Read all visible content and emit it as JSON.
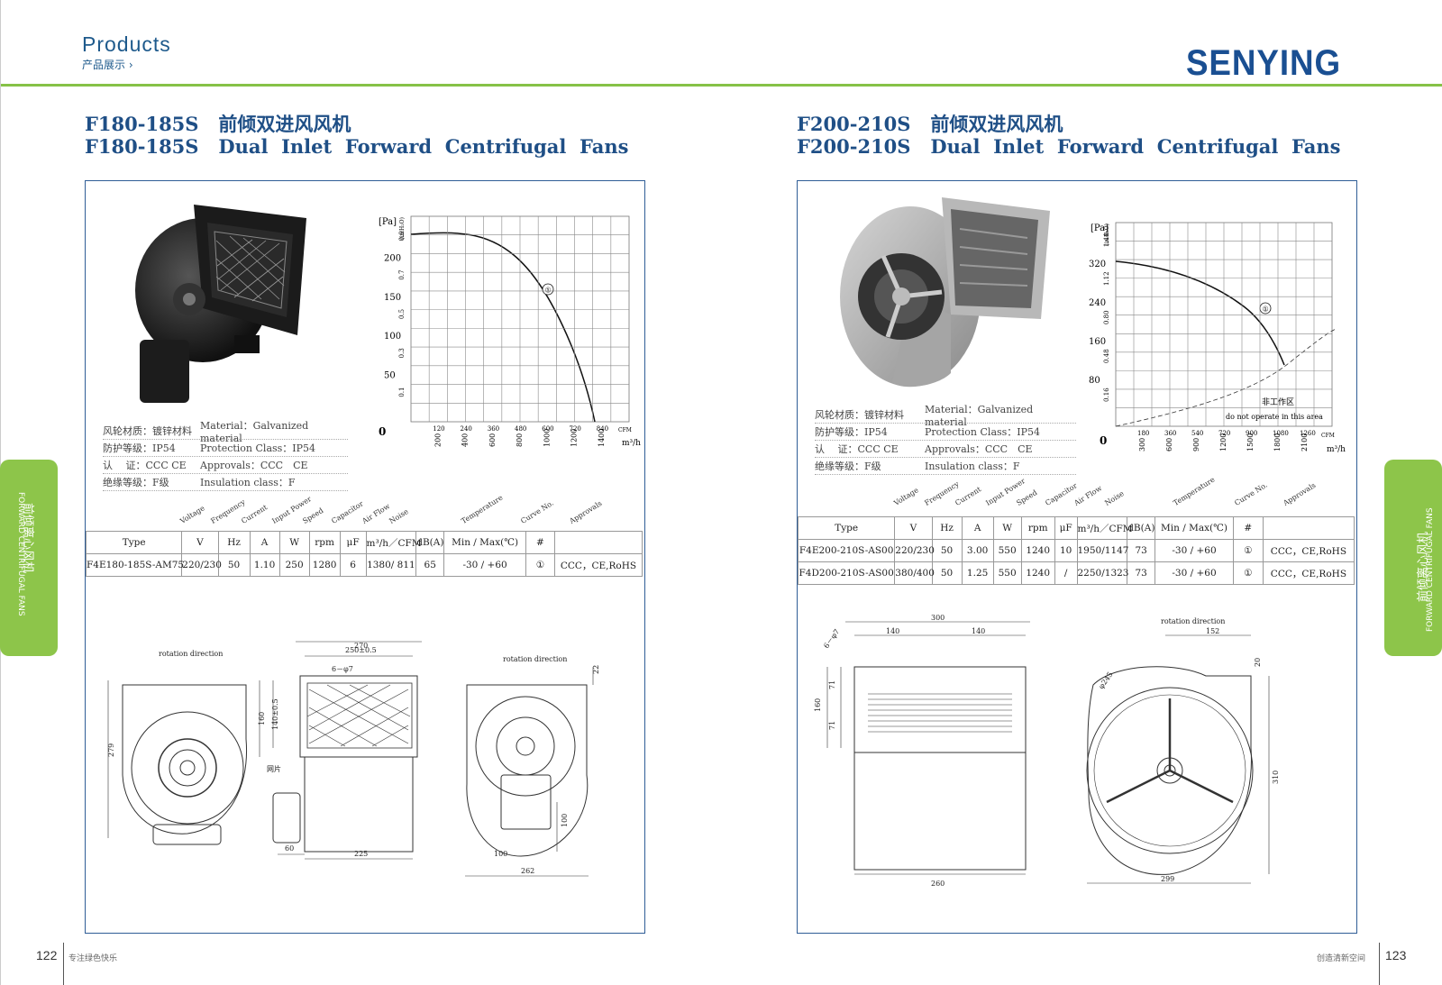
{
  "header": {
    "products": "Products",
    "products_cn": "产品展示 ›",
    "brand": "SENYING"
  },
  "left": {
    "title_cn_model": "F180-185S",
    "title_cn": "前倾双进风风机",
    "title_en_model": "F180-185S",
    "title_en": "Dual  Inlet  Forward  Centrifugal  Fans",
    "specs": [
      {
        "zh": "风轮材质：镀锌材料",
        "en": "Material：Galvanized material"
      },
      {
        "zh": "防护等级：IP54",
        "en": "Protection Class：IP54"
      },
      {
        "zh": "认　 证：CCC CE",
        "en": "Approvals：CCC　CE"
      },
      {
        "zh": "绝缘等级：F级",
        "en": "Insulation class：F"
      }
    ],
    "table_headers": [
      "Voltage",
      "Frequency",
      "Current",
      "Input Power",
      "Speed",
      "Capacitor",
      "Air Flow",
      "Noise",
      "Temperature",
      "Curve No.",
      "Approvals"
    ],
    "units": [
      "Type",
      "V",
      "Hz",
      "A",
      "W",
      "rpm",
      "μF",
      "m³/h／CFM",
      "dB(A)",
      "Min / Max(℃)",
      "#",
      ""
    ],
    "rows": [
      [
        "F4E180-185S-AM75",
        "220/230",
        "50",
        "1.10",
        "250",
        "1280",
        "6",
        "1380/ 811",
        "65",
        "-30 / +60",
        "①",
        "CCC，CE,RoHS"
      ]
    ],
    "chart": {
      "pa": "[Pa]",
      "inh": "(in.H₂O)",
      "y": [
        "200",
        "150",
        "100",
        "50",
        "0"
      ],
      "inh_ticks": [
        "0.9",
        "0.7",
        "0.5",
        "0.3",
        "0.1"
      ],
      "cfm": [
        "120",
        "240",
        "360",
        "480",
        "600",
        "720",
        "840"
      ],
      "cfm_label": "CFM",
      "m3": [
        "200",
        "400",
        "600",
        "800",
        "1000",
        "1200",
        "1400"
      ],
      "m3_label": "m³/h",
      "curve": "①"
    },
    "drawing": {
      "rot1": "rotation direction",
      "rot2": "rotation direction",
      "d270": "270",
      "d250": "250±0.5",
      "d6": "6－φ7",
      "d160": "160",
      "d140": "140±0.5",
      "d279": "279",
      "d60": "60",
      "d225": "225",
      "d22": "22",
      "d100a": "100",
      "d100b": "100",
      "d262": "262",
      "net": "网片"
    }
  },
  "right": {
    "title_cn_model": "F200-210S",
    "title_cn": "前倾双进风风机",
    "title_en_model": "F200-210S",
    "title_en": "Dual  Inlet  Forward  Centrifugal  Fans",
    "specs": [
      {
        "zh": "风轮材质：镀锌材料",
        "en": "Material：Galvanized material"
      },
      {
        "zh": "防护等级：IP54",
        "en": "Protection Class：IP54"
      },
      {
        "zh": "认　 证：CCC CE",
        "en": "Approvals：CCC　CE"
      },
      {
        "zh": "绝缘等级：F级",
        "en": "Insulation class：F"
      }
    ],
    "table_headers": [
      "Voltage",
      "Frequency",
      "Current",
      "Input Power",
      "Speed",
      "Capacitor",
      "Air Flow",
      "Noise",
      "Temperature",
      "Curve No.",
      "Approvals"
    ],
    "units": [
      "Type",
      "V",
      "Hz",
      "A",
      "W",
      "rpm",
      "μF",
      "m³/h／CFM",
      "dB(A)",
      "Min / Max(℃)",
      "#",
      ""
    ],
    "rows": [
      [
        "F4E200-210S-AS00",
        "220/230",
        "50",
        "3.00",
        "550",
        "1240",
        "10",
        "1950/1147",
        "73",
        "-30 / +60",
        "①",
        "CCC，CE,RoHS"
      ],
      [
        "F4D200-210S-AS00",
        "380/400",
        "50",
        "1.25",
        "550",
        "1240",
        "/",
        "2250/1323",
        "73",
        "-30 / +60",
        "①",
        "CCC，CE,RoHS"
      ]
    ],
    "chart": {
      "pa": "[Pa]",
      "inh": "(in.H₂O)",
      "y": [
        "320",
        "240",
        "160",
        "80",
        "0"
      ],
      "inh_ticks": [
        "1.44",
        "1.12",
        "0.80",
        "0.48",
        "0.16"
      ],
      "cfm": [
        "180",
        "360",
        "540",
        "720",
        "900",
        "1080",
        "1260"
      ],
      "cfm_label": "CFM",
      "m3": [
        "300",
        "600",
        "900",
        "1200",
        "1500",
        "1800",
        "2100"
      ],
      "m3_label": "m³/h",
      "curve": "①",
      "note_cn": "非工作区",
      "note_en": "do not operate in this area"
    },
    "drawing": {
      "d300": "300",
      "d140a": "140",
      "d140b": "140",
      "d71a": "71",
      "d71b": "71",
      "d160": "160",
      "d7": "6－φ7",
      "d260": "260",
      "rot": "rotation direction",
      "d152": "152",
      "d20": "20",
      "d245": "φ245",
      "d310": "310",
      "d299": "299"
    }
  },
  "sidetabs": {
    "left_cn": "前倾离心风机",
    "left_en": "FORWARD CENTRIFUGAL FANS",
    "right_cn": "前倾离心风机",
    "right_en": "FORWARD CENTRIFUGAL FANS"
  },
  "footer": {
    "left_num": "122",
    "left_text": "专注绿色快乐",
    "right_text": "创造清新空间",
    "right_num": "123"
  }
}
